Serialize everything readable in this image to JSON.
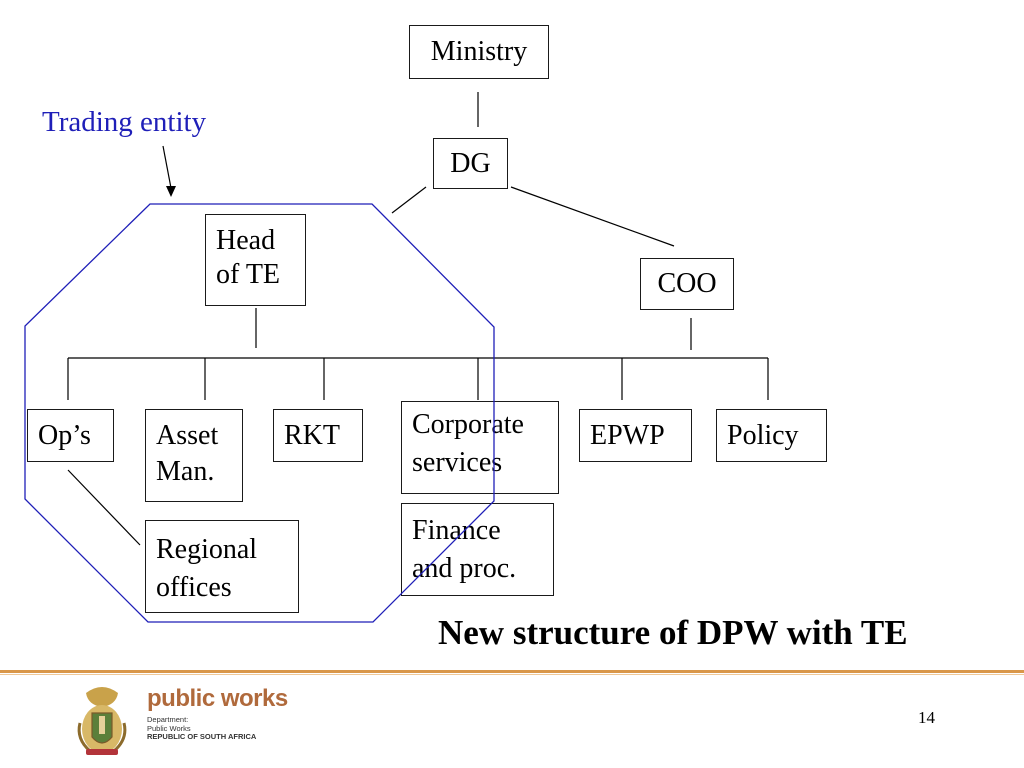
{
  "diagram": {
    "nodes": {
      "ministry": "Ministry",
      "dg": "DG",
      "head_te": [
        "Head",
        "of TE"
      ],
      "coo": "COO",
      "ops": "Op’s",
      "asset": [
        "Asset",
        "Man."
      ],
      "rkt": "RKT",
      "corporate": [
        "Corporate",
        "services"
      ],
      "epwp": "EPWP",
      "policy": "Policy",
      "regional": [
        "Regional",
        "offices"
      ],
      "finance": [
        "Finance",
        "and proc."
      ]
    },
    "trading_entity_label": "Trading entity",
    "title": "New structure of DPW with TE",
    "colors": {
      "trading_entity": "#1f1fb8",
      "lines": "#000000",
      "footer_rule": "#d9974a",
      "brand": "#b06a3c"
    }
  },
  "footer": {
    "brand_name": "public works",
    "brand_sub": [
      "Department:",
      "Public Works",
      "REPUBLIC OF SOUTH AFRICA"
    ],
    "logo_icon": "coat-of-arms-icon",
    "page_number": "14"
  }
}
